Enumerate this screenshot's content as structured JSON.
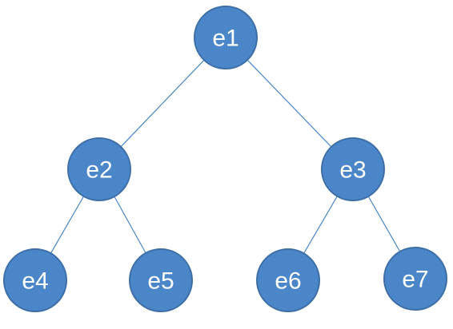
{
  "colors": {
    "node_fill": "#4a86c8",
    "node_stroke": "#3d6fa6",
    "edge": "#4a86c8",
    "label": "#ffffff"
  },
  "tree": {
    "nodes": [
      {
        "id": "e1",
        "label": "e1"
      },
      {
        "id": "e2",
        "label": "e2"
      },
      {
        "id": "e3",
        "label": "e3"
      },
      {
        "id": "e4",
        "label": "e4"
      },
      {
        "id": "e5",
        "label": "e5"
      },
      {
        "id": "e6",
        "label": "e6"
      },
      {
        "id": "e7",
        "label": "e7"
      }
    ],
    "edges": [
      {
        "from": "e1",
        "to": "e2"
      },
      {
        "from": "e1",
        "to": "e3"
      },
      {
        "from": "e2",
        "to": "e4"
      },
      {
        "from": "e2",
        "to": "e5"
      },
      {
        "from": "e3",
        "to": "e6"
      },
      {
        "from": "e3",
        "to": "e7"
      }
    ]
  }
}
